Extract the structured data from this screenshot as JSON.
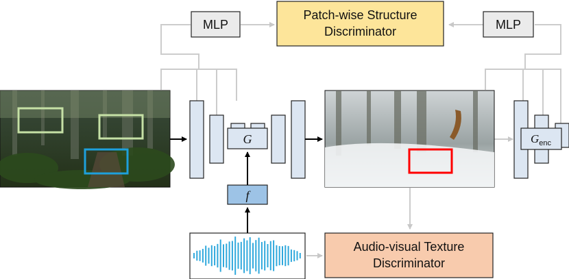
{
  "labels": {
    "mlp_left": "MLP",
    "mlp_right": "MLP",
    "structure_disc_line1": "Patch-wise Structure",
    "structure_disc_line2": "Discriminator",
    "texture_disc_line1": "Audio-visual Texture",
    "texture_disc_line2": "Discriminator",
    "generator": "G",
    "encoder": "G",
    "encoder_subscript": "enc",
    "audio_feature": "f"
  },
  "colors": {
    "structure_disc_fill": "#fde59a",
    "texture_disc_fill": "#f8cbad",
    "mlp_fill": "#ebebeb",
    "layer_fill": "#dce6f2",
    "feature_fill": "#9dc3e6",
    "waveform": "#2fa8dc",
    "arrow_dark": "#000000",
    "arrow_gray": "#cccccc",
    "patch_green": "#c5e0a5",
    "patch_blue": "#1ea0dc",
    "patch_red": "#ff0000"
  },
  "icons": {
    "input_image": "forest-photo",
    "output_image": "snowy-forest-photo",
    "waveform": "audio-waveform-icon"
  }
}
